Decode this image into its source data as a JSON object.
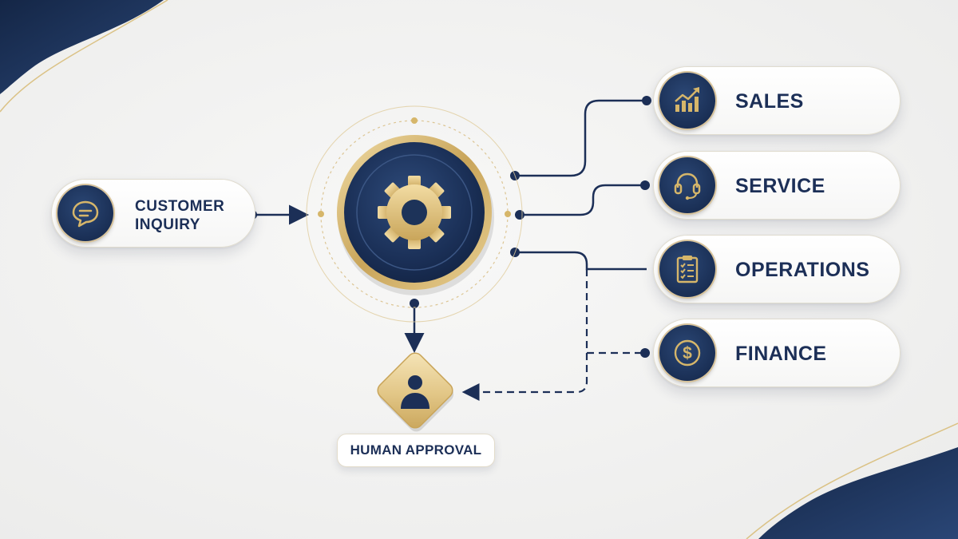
{
  "colors": {
    "navy": "#1c2f57",
    "gold": "#d6b66a",
    "background": "#f1f1f0"
  },
  "input": {
    "label_line1": "CUSTOMER",
    "label_line2": "INQUIRY",
    "icon": "speech-bubble-icon"
  },
  "hub": {
    "icon": "gear-icon"
  },
  "departments": [
    {
      "id": "sales",
      "label": "SALES",
      "icon": "growth-chart-icon",
      "connector": "solid"
    },
    {
      "id": "service",
      "label": "SERVICE",
      "icon": "headset-icon",
      "connector": "solid"
    },
    {
      "id": "operations",
      "label": "OPERATIONS",
      "icon": "clipboard-checklist-icon",
      "connector": "solid"
    },
    {
      "id": "finance",
      "label": "FINANCE",
      "icon": "dollar-icon",
      "connector": "dashed"
    }
  ],
  "approval": {
    "label": "HUMAN APPROVAL",
    "icon": "person-icon"
  }
}
